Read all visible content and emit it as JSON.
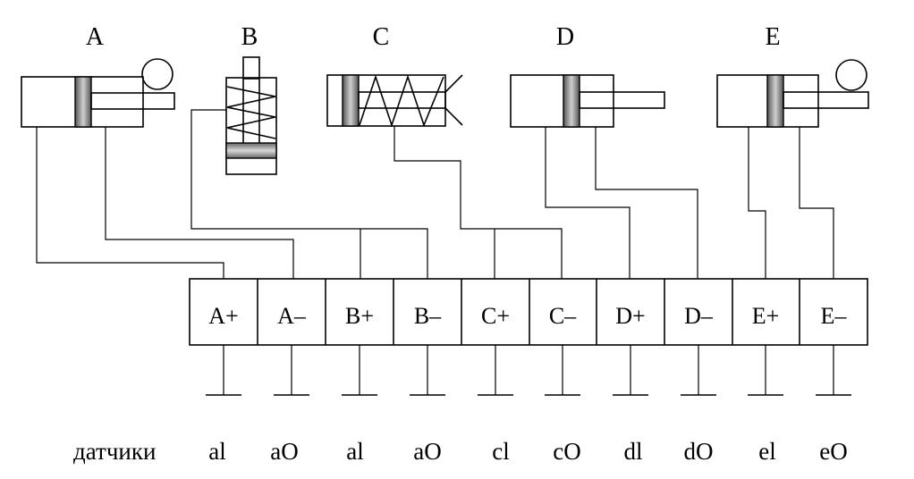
{
  "actuators": [
    {
      "id": "A",
      "label": "A"
    },
    {
      "id": "B",
      "label": "B"
    },
    {
      "id": "C",
      "label": "C"
    },
    {
      "id": "D",
      "label": "D"
    },
    {
      "id": "E",
      "label": "E"
    }
  ],
  "valves": [
    "A+",
    "A–",
    "B+",
    "B–",
    "C+",
    "C–",
    "D+",
    "D–",
    "E+",
    "E–"
  ],
  "sensors_label": "датчики",
  "sensors": [
    "al",
    "aO",
    "al",
    "aO",
    "cl",
    "cO",
    "dl",
    "dO",
    "el",
    "eO"
  ]
}
